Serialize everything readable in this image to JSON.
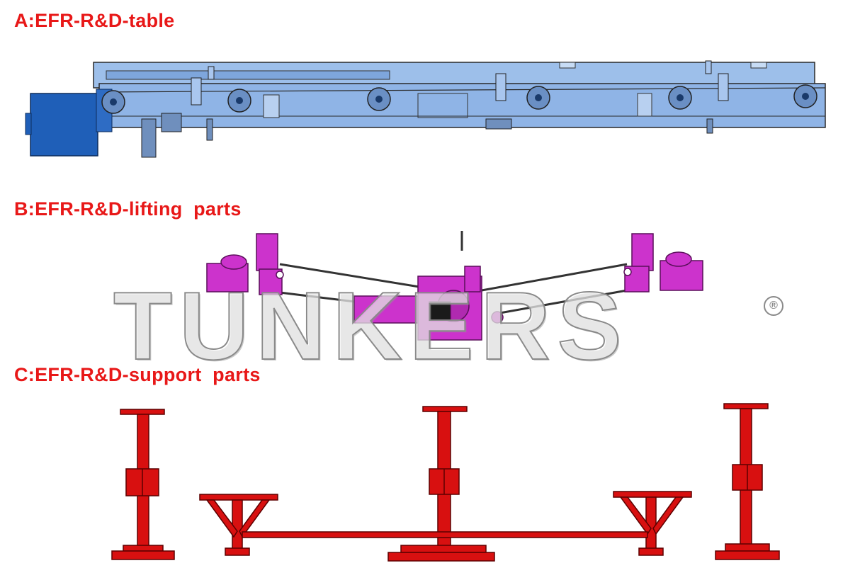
{
  "sections": {
    "a": {
      "title": "A:EFR-R&D-table"
    },
    "b": {
      "title": "B:EFR-R&D-lifting  parts"
    },
    "c": {
      "title": "C:EFR-R&D-support  parts"
    }
  },
  "watermark": {
    "text": "TUNKERS",
    "mark": "®"
  },
  "colors": {
    "title": "#e81818",
    "table_body": "#8fb4e6",
    "table_dark": "#1f5fb8",
    "lifting": "#cc33cc",
    "lifting_dark": "#7a1a7a",
    "support": "#d81010",
    "support_dark": "#7a0000",
    "watermark_outline": "#8a8a8a"
  }
}
